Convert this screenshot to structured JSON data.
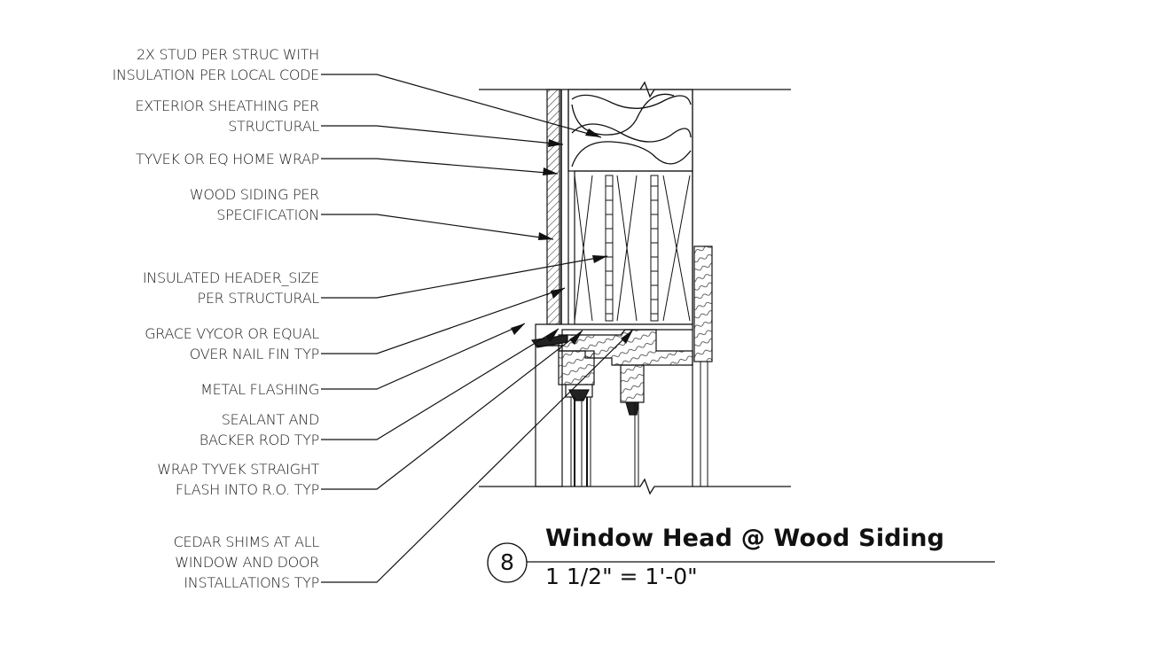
{
  "callouts": [
    {
      "id": "stud",
      "text": "2x STUD PER STRUC WITH\nINSULATION PER LOCAL CODE"
    },
    {
      "id": "sheathing",
      "text": "EXTERIOR SHEATHING PER\nSTRUCTURAL"
    },
    {
      "id": "tyvek",
      "text": "TYVEK OR EQ HOME WRAP"
    },
    {
      "id": "siding",
      "text": "WOOD SIDING PER\nSPECIFICATION"
    },
    {
      "id": "header",
      "text": "INSULATED HEADER_SIZE\nPER STRUCTURAL"
    },
    {
      "id": "vycor",
      "text": "GRACE VYCOR OR EQUAL\nOVER NAIL FIN TYP"
    },
    {
      "id": "flashing",
      "text": "METAL FLASHING"
    },
    {
      "id": "sealant",
      "text": "SEALANT AND\nBACKER ROD TYP"
    },
    {
      "id": "wrap",
      "text": "WRAP TYVEK STRAIGHT\nFLASH INTO R.O. TYP"
    },
    {
      "id": "shims",
      "text": "CEDAR SHIMS AT ALL\nWINDOW AND DOOR\nINSTALLATIONS TYP"
    }
  ],
  "title": {
    "number": "8",
    "name": "Window Head @ Wood Siding",
    "scale": "1 1/2\" = 1'-0\""
  }
}
